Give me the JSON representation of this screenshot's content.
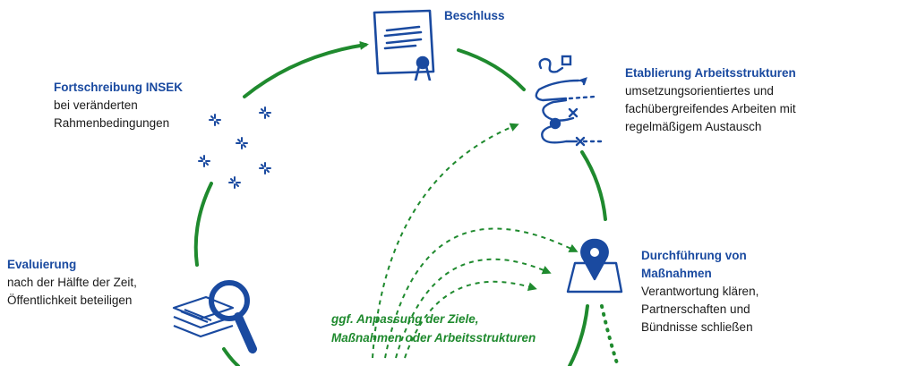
{
  "stages": {
    "beschluss": {
      "title": "Beschluss",
      "lines": []
    },
    "etablierung": {
      "title": "Etablierung Arbeitsstrukturen",
      "lines": [
        "umsetzungsorientiertes und",
        "fachübergreifendes Arbeiten mit",
        "regelmäßigem Austausch"
      ]
    },
    "durchfuehrung": {
      "title_lines": [
        "Durchführung von",
        "Maßnahmen"
      ],
      "lines": [
        "Verantwortung klären,",
        "Partnerschaften und",
        "Bündnisse schließen"
      ]
    },
    "evaluierung": {
      "title": "Evaluierung",
      "lines": [
        "nach der Hälfte der Zeit,",
        "Öffentlichkeit beteiligen"
      ]
    },
    "fortschreibung": {
      "title": "Fortschreibung INSEK",
      "lines": [
        "bei veränderten",
        "Rahmenbedingungen"
      ]
    }
  },
  "feedback_note": {
    "lines": [
      "ggf. Anpassung der Ziele,",
      "Maßnahmen oder Arbeitsstrukturen"
    ]
  },
  "colors": {
    "blue": "#1a4aa0",
    "green": "#1f8a2e",
    "text": "#1a1a1a"
  },
  "icons": [
    "document-seal-icon",
    "workflow-path-icon",
    "map-pin-icon",
    "magnifier-layers-icon",
    "sparkle-icon"
  ]
}
